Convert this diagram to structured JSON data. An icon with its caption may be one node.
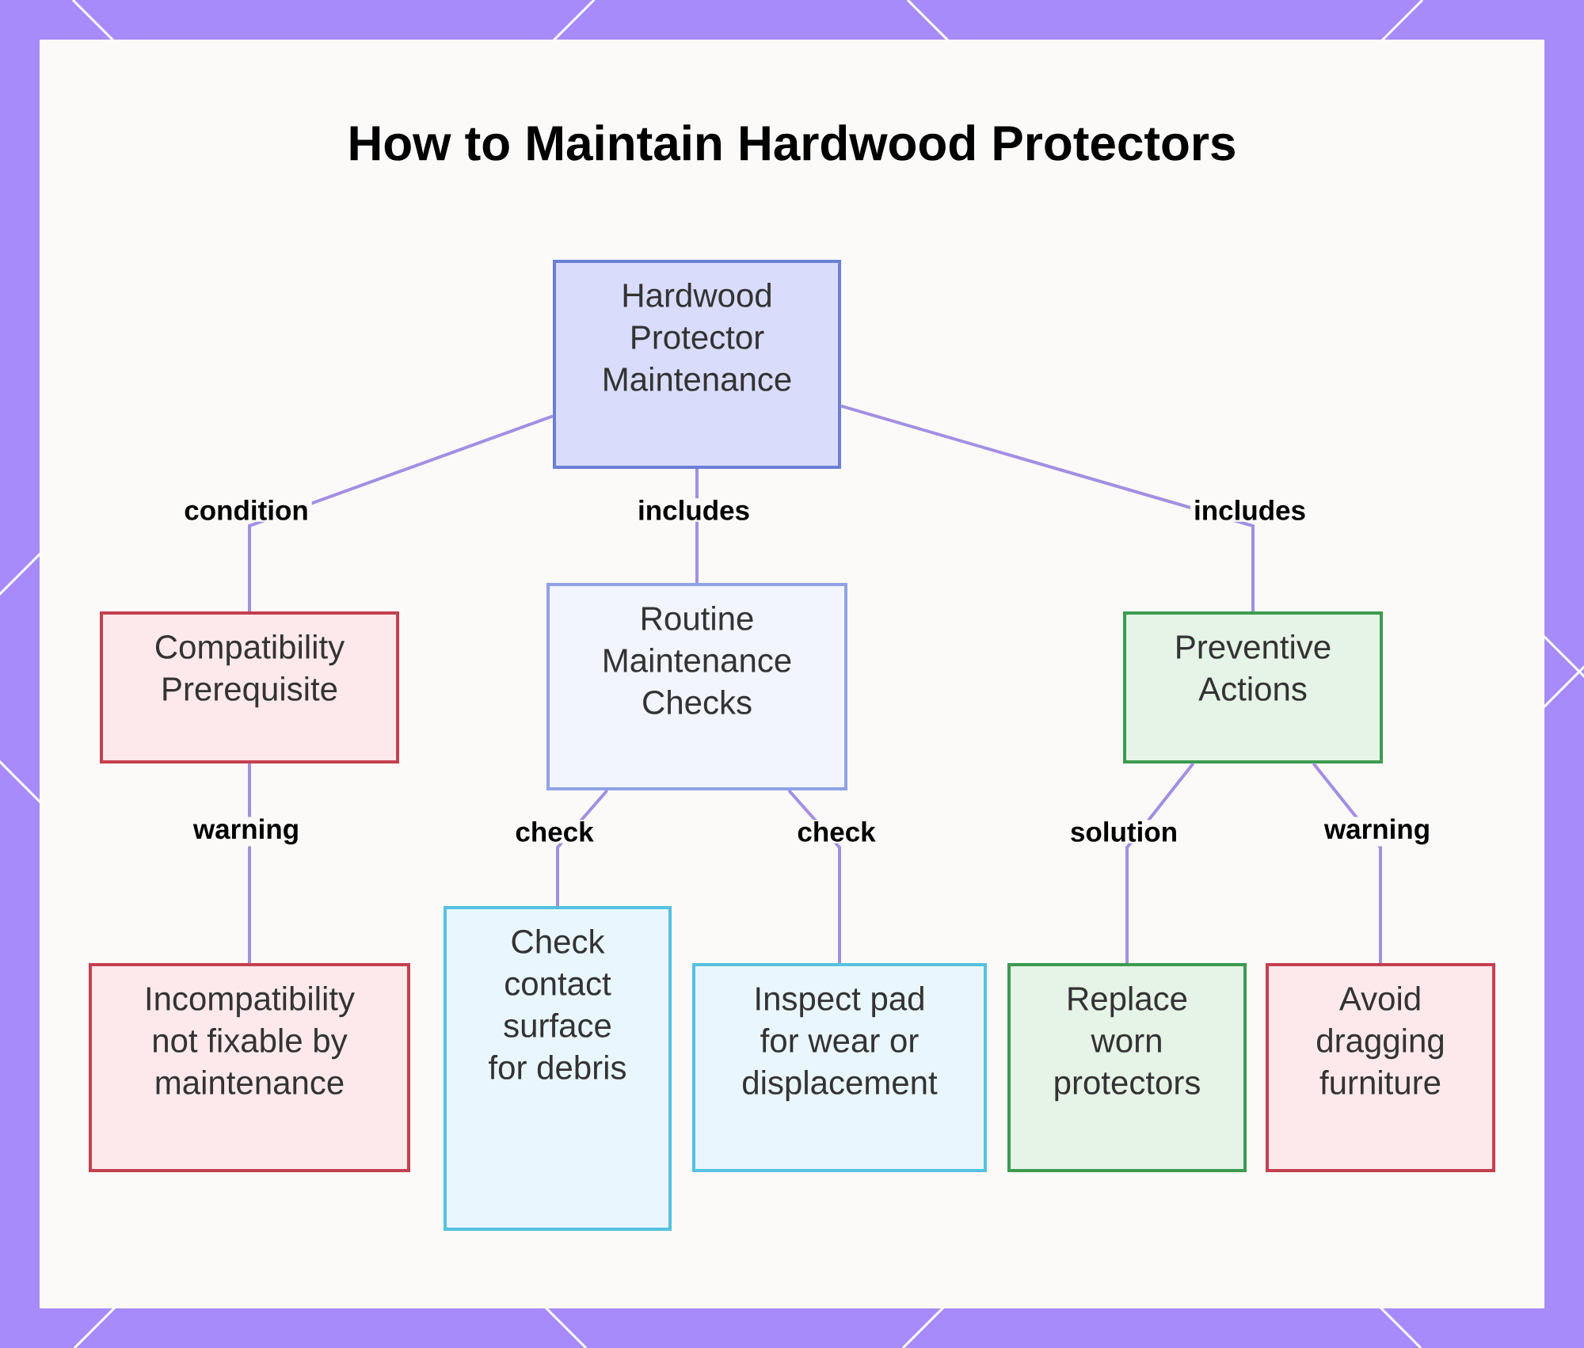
{
  "diagram": {
    "title": "How to Maintain Hardwood Protectors",
    "nodes": [
      {
        "text": [
          "Hardwood Protector Maintenance"
        ]
      },
      {
        "text": [
          "Compatibility Prerequisite"
        ]
      },
      {
        "text": [
          "Routine Maintenance Checks"
        ]
      },
      {
        "text": [
          "Preventive Actions"
        ]
      },
      {
        "text": [
          "Incompatibility not fixable by maintenance"
        ]
      },
      {
        "text": [
          "Check contact surface for debris"
        ]
      },
      {
        "text": [
          "Inspect pad for wear or displacement"
        ]
      },
      {
        "text": [
          "Replace worn protectors"
        ]
      },
      {
        "text": [
          "Avoid dragging furniture"
        ]
      }
    ],
    "edges": [
      {
        "from": 0,
        "to": 1,
        "arrow": "none",
        "label": "condition"
      },
      {
        "from": 0,
        "to": 2,
        "arrow": "none",
        "label": "includes"
      },
      {
        "from": 0,
        "to": 3,
        "arrow": "none",
        "label": "includes"
      },
      {
        "from": 1,
        "to": 4,
        "arrow": "none",
        "label": "warning"
      },
      {
        "from": 2,
        "to": 5,
        "arrow": "none",
        "label": "check"
      },
      {
        "from": 2,
        "to": 6,
        "arrow": "none",
        "label": "check"
      },
      {
        "from": 3,
        "to": 7,
        "arrow": "none",
        "label": "solution"
      },
      {
        "from": 3,
        "to": 8,
        "arrow": "none",
        "label": "warning"
      }
    ]
  }
}
